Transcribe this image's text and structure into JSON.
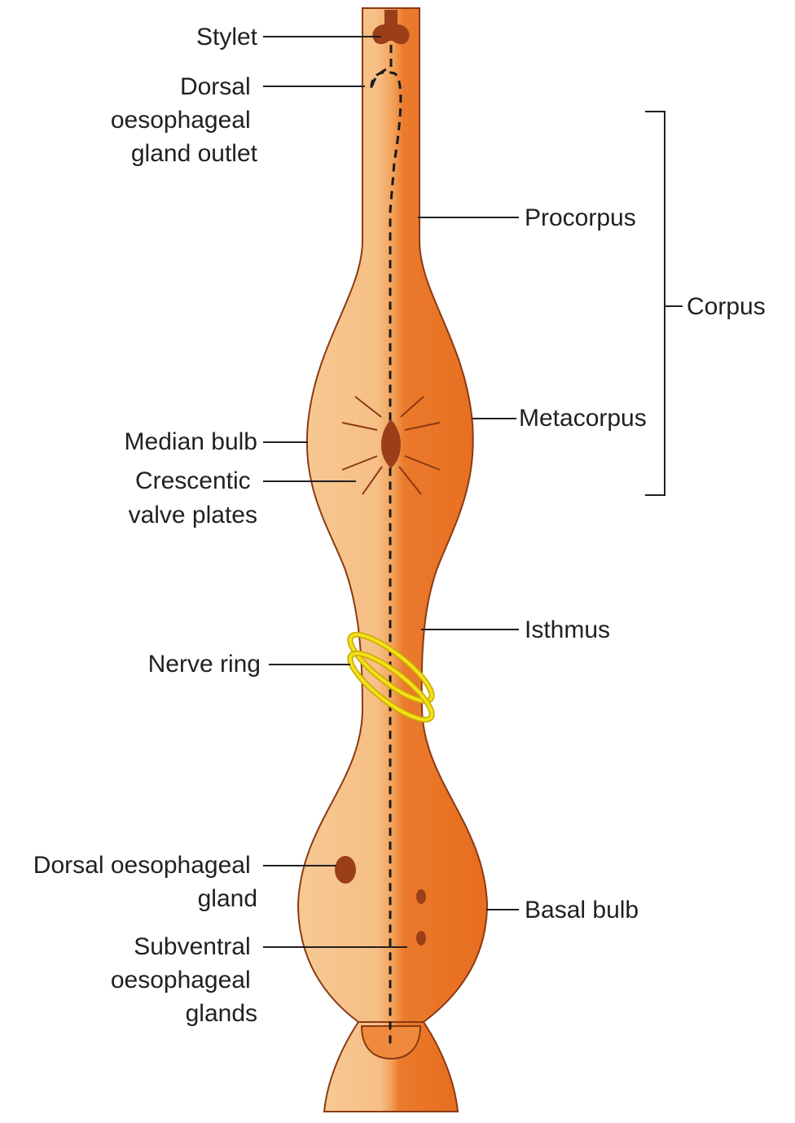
{
  "colors": {
    "body_light": "#f7c993",
    "body_mid": "#f2a25a",
    "body_dark": "#e86d1f",
    "outline": "#8a3a12",
    "organ": "#9a3f1a",
    "nerve_ring": "#f3e01a",
    "nerve_ring_edge": "#c9a800",
    "leader": "#231f20"
  },
  "labels": {
    "stylet": "Stylet",
    "dorsal_outlet": [
      "Dorsal",
      "oesophageal",
      "gland outlet"
    ],
    "procorpus": "Procorpus",
    "corpus": "Corpus",
    "metacorpus": "Metacorpus",
    "median_bulb": "Median bulb",
    "crescentic": [
      "Crescentic",
      "valve plates"
    ],
    "isthmus": "Isthmus",
    "nerve_ring": "Nerve ring",
    "dorsal_gland": [
      "Dorsal oesophageal",
      "gland"
    ],
    "basal_bulb": "Basal bulb",
    "subventral": [
      "Subventral",
      "oesophageal",
      "glands"
    ]
  },
  "icons": {
    "stylet_knob": "stylet-knob-icon",
    "valve": "valve-icon",
    "nerve_ring": "nerve-ring-icon"
  }
}
